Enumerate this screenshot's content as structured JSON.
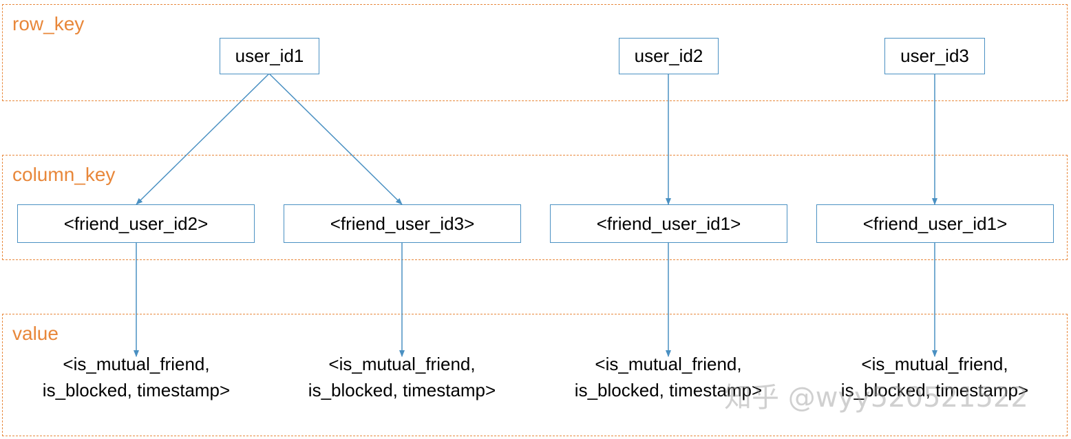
{
  "regions": {
    "row_key": "row_key",
    "column_key": "column_key",
    "value": "value"
  },
  "row_nodes": [
    "user_id1",
    "user_id2",
    "user_id3"
  ],
  "column_nodes": [
    "<friend_user_id2>",
    "<friend_user_id3>",
    "<friend_user_id1>",
    "<friend_user_id1>"
  ],
  "values": [
    {
      "line1": "<is_mutual_friend,",
      "line2": "is_blocked, timestamp>"
    },
    {
      "line1": "<is_mutual_friend,",
      "line2": "is_blocked, timestamp>"
    },
    {
      "line1": "<is_mutual_friend,",
      "line2": "is_blocked, timestamp>"
    },
    {
      "line1": "<is_mutual_friend,",
      "line2": "is_blocked, timestamp>"
    }
  ],
  "colors": {
    "region_border": "#E8873A",
    "region_label": "#E8873A",
    "node_border": "#4A90C2",
    "edge": "#4A90C2"
  },
  "watermark": "知乎 @wyy520521522"
}
